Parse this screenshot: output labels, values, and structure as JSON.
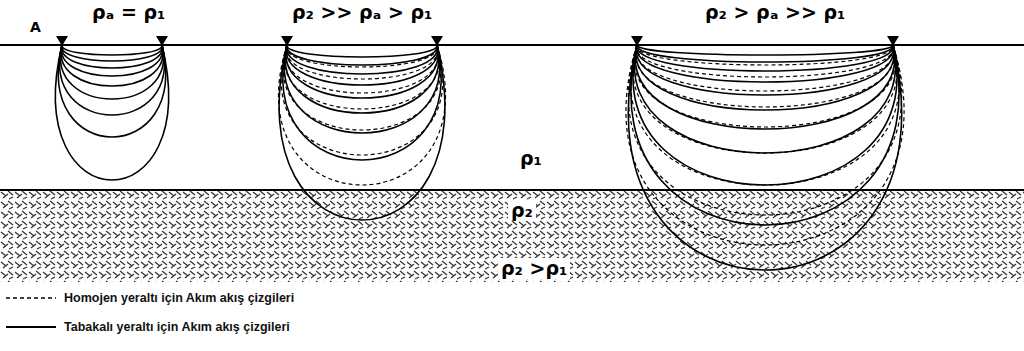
{
  "diagram": {
    "labels": [
      "A",
      "ρₐ = ρ₁",
      "ρ₂ >> ρₐ > ρ₁",
      "ρ₂ > ρₐ >> ρ₁",
      "ρ₁",
      "ρ₂",
      "ρ₂ >ρ₁"
    ],
    "legend": [
      {
        "text": "Homojen yeraltı için Akım akış çizgileri"
      },
      {
        "text": "Tabakalı yeraltı için Akım akış çizgileri"
      }
    ]
  }
}
